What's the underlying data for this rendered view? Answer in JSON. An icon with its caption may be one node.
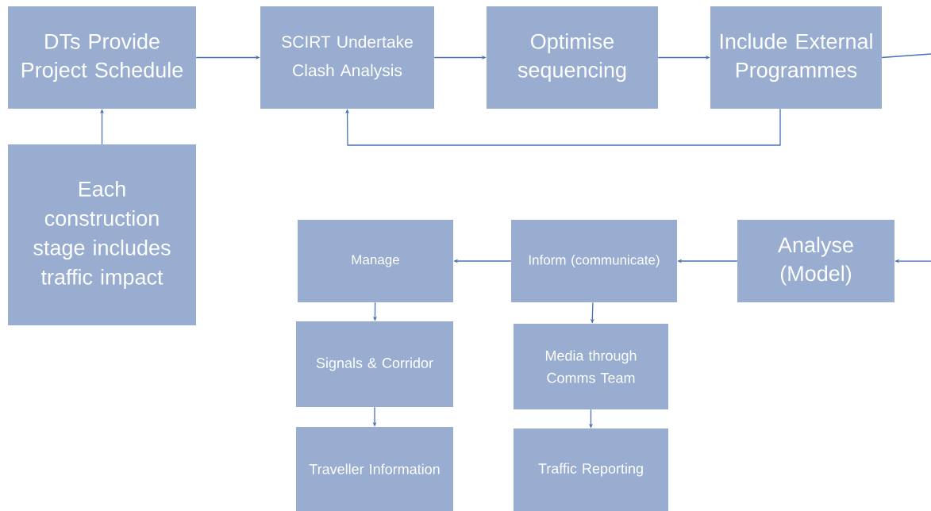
{
  "diagram": {
    "nodes": [
      {
        "text": [
          "DTs Provide Project Schedule"
        ]
      },
      {
        "text": [
          "SCIRT Undertake Clash Analysis"
        ]
      },
      {
        "text": [
          "Optimise sequencing"
        ]
      },
      {
        "text": [
          "Include External Programmes"
        ]
      },
      {
        "text": [
          "Each construction stage includes traffic impact"
        ]
      },
      {
        "text": [
          "Manage"
        ]
      },
      {
        "text": [
          "Inform (communicate)"
        ]
      },
      {
        "text": [
          "Analyse (Model)"
        ]
      },
      {
        "text": [
          "Signals & Corridor"
        ]
      },
      {
        "text": [
          "Media through Comms Team"
        ]
      },
      {
        "text": [
          "Traveller Information"
        ]
      },
      {
        "text": [
          "Traffic Reporting"
        ]
      }
    ],
    "edges": [
      {
        "from": 0,
        "to": 1,
        "arrow": "to"
      },
      {
        "from": 1,
        "to": 2,
        "arrow": "to"
      },
      {
        "from": 2,
        "to": 3,
        "arrow": "to"
      },
      {
        "from": 3,
        "to": null,
        "arrow": "none"
      },
      {
        "from": 3,
        "to": 1,
        "arrow": "to"
      },
      {
        "from": 4,
        "to": 0,
        "arrow": "to"
      },
      {
        "from": null,
        "to": 7,
        "arrow": "to"
      },
      {
        "from": 7,
        "to": 6,
        "arrow": "to"
      },
      {
        "from": 6,
        "to": 5,
        "arrow": "to"
      },
      {
        "from": 5,
        "to": 8,
        "arrow": "to"
      },
      {
        "from": 8,
        "to": 10,
        "arrow": "to"
      },
      {
        "from": 6,
        "to": 9,
        "arrow": "to"
      },
      {
        "from": 9,
        "to": 11,
        "arrow": "to"
      }
    ]
  }
}
